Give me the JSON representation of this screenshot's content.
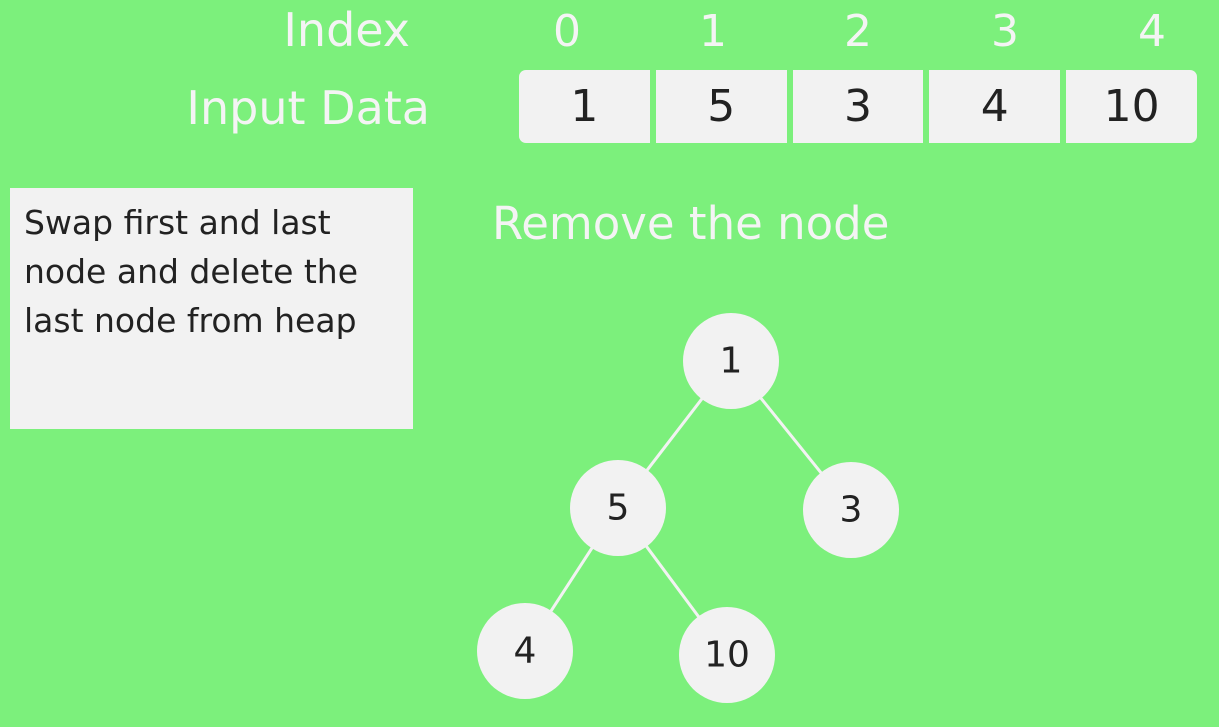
{
  "labels": {
    "index": "Index",
    "input_data": "Input Data"
  },
  "array": {
    "indices": [
      "0",
      "1",
      "2",
      "3",
      "4"
    ],
    "values": [
      "1",
      "5",
      "3",
      "4",
      "10"
    ]
  },
  "note": {
    "text": "Swap first and last node and delete the last node from heap"
  },
  "step_title": "Remove the node",
  "tree": {
    "nodes": [
      {
        "id": "n0",
        "value": "1"
      },
      {
        "id": "n1",
        "value": "5"
      },
      {
        "id": "n2",
        "value": "3"
      },
      {
        "id": "n3",
        "value": "4"
      },
      {
        "id": "n4",
        "value": "10"
      }
    ],
    "edges": [
      [
        "n0",
        "n1"
      ],
      [
        "n0",
        "n2"
      ],
      [
        "n1",
        "n3"
      ],
      [
        "n1",
        "n4"
      ]
    ]
  },
  "colors": {
    "background": "#7cf07c",
    "cell": "#f2f2f2",
    "text_dark": "#222222",
    "text_light": "#f4f4f4"
  }
}
